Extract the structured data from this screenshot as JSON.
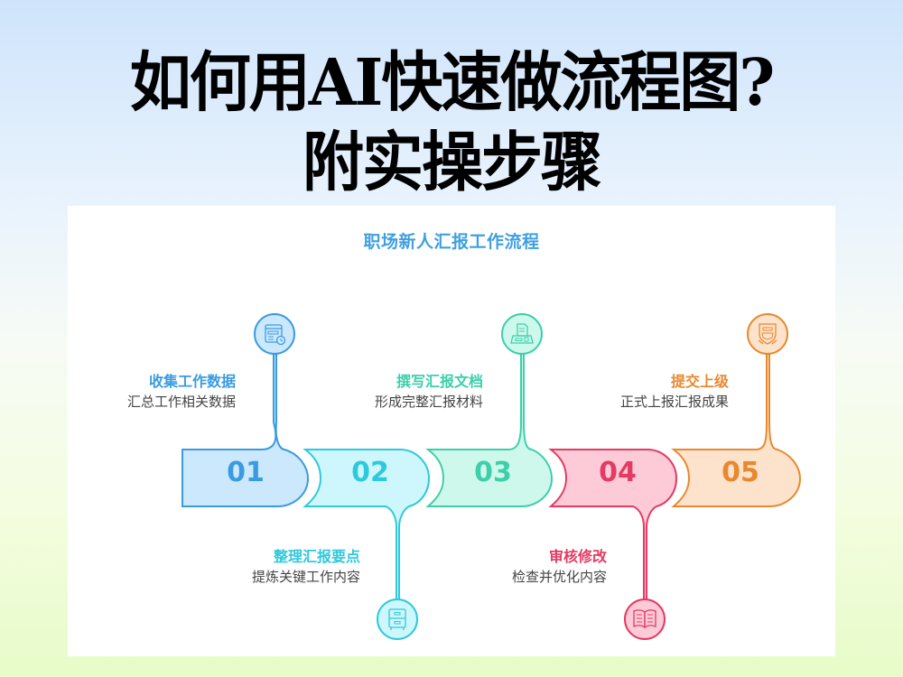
{
  "headline": {
    "line1": "如何用AI快速做流程图?",
    "line2": "附实操步骤"
  },
  "diagram": {
    "title": "职场新人汇报工作流程",
    "title_color": "#3fa0e0",
    "steps": [
      {
        "number": "01",
        "title": "收集工作数据",
        "desc": "汇总工作相关数据",
        "icon": "calendar-clock-icon",
        "position": "top",
        "color": "#3a9be0",
        "fill": "#cce8fd"
      },
      {
        "number": "02",
        "title": "整理汇报要点",
        "desc": "提炼关键工作内容",
        "icon": "file-cabinet-icon",
        "position": "bottom",
        "color": "#2ec9dc",
        "fill": "#cdf7fc"
      },
      {
        "number": "03",
        "title": "撰写汇报文档",
        "desc": "形成完整汇报材料",
        "icon": "fax-document-icon",
        "position": "top",
        "color": "#3ccfaa",
        "fill": "#cff8ec"
      },
      {
        "number": "04",
        "title": "审核修改",
        "desc": "检查并优化内容",
        "icon": "open-book-icon",
        "position": "bottom",
        "color": "#e43a63",
        "fill": "#fdcad7"
      },
      {
        "number": "05",
        "title": "提交上级",
        "desc": "正式上报汇报成果",
        "icon": "shield-badge-icon",
        "position": "top",
        "color": "#e8892f",
        "fill": "#fde3cb"
      }
    ]
  }
}
